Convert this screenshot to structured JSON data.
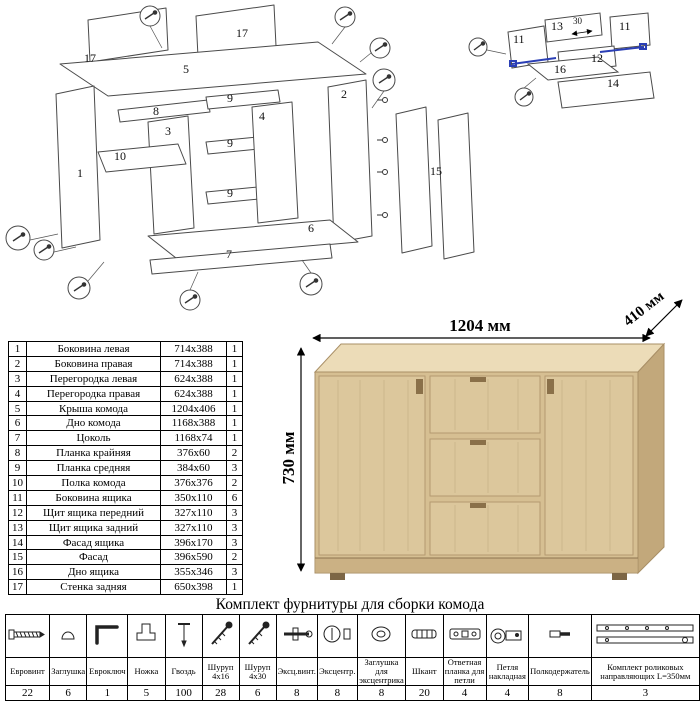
{
  "diagram": {
    "labels": [
      "17",
      "5",
      "17",
      "8",
      "3",
      "9",
      "4",
      "2",
      "10",
      "9",
      "9",
      "1",
      "6",
      "7",
      "15",
      "13",
      "11",
      "11",
      "12",
      "16",
      "14",
      "30"
    ]
  },
  "render": {
    "width_label": "1204 мм",
    "depth_label": "410 мм",
    "height_label": "730 мм"
  },
  "parts_table": {
    "rows": [
      {
        "num": "1",
        "name": "Боковина левая",
        "dims": "714x388",
        "qty": "1"
      },
      {
        "num": "2",
        "name": "Боковина правая",
        "dims": "714x388",
        "qty": "1"
      },
      {
        "num": "3",
        "name": "Перегородка левая",
        "dims": "624x388",
        "qty": "1"
      },
      {
        "num": "4",
        "name": "Перегородка правая",
        "dims": "624x388",
        "qty": "1"
      },
      {
        "num": "5",
        "name": "Крыша комода",
        "dims": "1204x406",
        "qty": "1"
      },
      {
        "num": "6",
        "name": "Дно комода",
        "dims": "1168x388",
        "qty": "1"
      },
      {
        "num": "7",
        "name": "Цоколь",
        "dims": "1168x74",
        "qty": "1"
      },
      {
        "num": "8",
        "name": "Планка крайняя",
        "dims": "376x60",
        "qty": "2"
      },
      {
        "num": "9",
        "name": "Планка средняя",
        "dims": "384x60",
        "qty": "3"
      },
      {
        "num": "10",
        "name": "Полка комода",
        "dims": "376x376",
        "qty": "2"
      },
      {
        "num": "11",
        "name": "Боковина ящика",
        "dims": "350x110",
        "qty": "6"
      },
      {
        "num": "12",
        "name": "Щит ящика передний",
        "dims": "327x110",
        "qty": "3"
      },
      {
        "num": "13",
        "name": "Щит ящика задний",
        "dims": "327x110",
        "qty": "3"
      },
      {
        "num": "14",
        "name": "Фасад ящика",
        "dims": "396x170",
        "qty": "3"
      },
      {
        "num": "15",
        "name": "Фасад",
        "dims": "396x590",
        "qty": "2"
      },
      {
        "num": "16",
        "name": "Дно ящика",
        "dims": "355x346",
        "qty": "3"
      },
      {
        "num": "17",
        "name": "Стенка задняя",
        "dims": "650x398",
        "qty": "1"
      }
    ]
  },
  "hardware": {
    "title": "Комплект фурнитуры для сборки комода",
    "items": [
      {
        "icon": "euro-screw-icon",
        "label": "Евровинт",
        "qty": "22"
      },
      {
        "icon": "plug-icon",
        "label": "Заглушка",
        "qty": "6"
      },
      {
        "icon": "hex-key-icon",
        "label": "Евроключ",
        "qty": "1"
      },
      {
        "icon": "foot-icon",
        "label": "Ножка",
        "qty": "5"
      },
      {
        "icon": "nail-icon",
        "label": "Гвоздь",
        "qty": "100"
      },
      {
        "icon": "screw-icon",
        "label": "Шуруп 4x16",
        "qty": "28"
      },
      {
        "icon": "screw-icon",
        "label": "Шуруп 4x30",
        "qty": "6"
      },
      {
        "icon": "cam-bolt-icon",
        "label": "Эксц.винт.",
        "qty": "8"
      },
      {
        "icon": "cam-lock-icon",
        "label": "Эксцентр.",
        "qty": "8"
      },
      {
        "icon": "cam-cover-icon",
        "label": "Заглушка для эксцентрика",
        "qty": "8"
      },
      {
        "icon": "dowel-icon",
        "label": "Шкант",
        "qty": "20"
      },
      {
        "icon": "hinge-plate-icon",
        "label": "Ответная планка для петли",
        "qty": "4"
      },
      {
        "icon": "hinge-icon",
        "label": "Петля накладная",
        "qty": "4"
      },
      {
        "icon": "shelf-pin-icon",
        "label": "Полкодержатель",
        "qty": "8"
      },
      {
        "icon": "slides-icon",
        "label": "Комплект роликовых направляющих L=350мм",
        "qty": "3"
      }
    ]
  }
}
